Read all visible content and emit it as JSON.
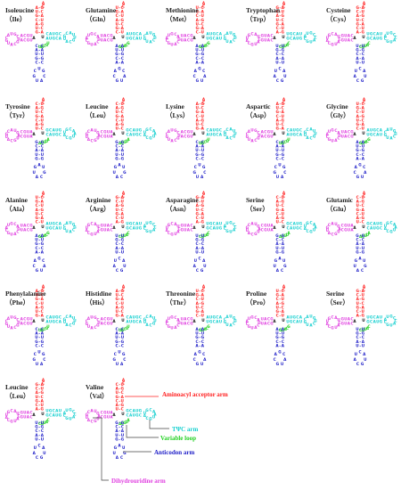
{
  "colors": {
    "acceptor": "#ff2020",
    "dhu": "#e040e0",
    "anticodon": "#2020c8",
    "tpsic": "#18d0d0",
    "variable": "#20d020",
    "junction": "#111111"
  },
  "trnas": [
    {
      "name": "Isoleucine",
      "abbr": "（Ile）"
    },
    {
      "name": "Glutamine",
      "abbr": "（Gln）"
    },
    {
      "name": "Methionine",
      "abbr": "（Met）"
    },
    {
      "name": "Tryptophan",
      "abbr": "（Trp）"
    },
    {
      "name": "Cysteine",
      "abbr": "（Cys）"
    },
    {
      "name": "Tyrosine",
      "abbr": "（Tyr）"
    },
    {
      "name": "Leucine",
      "abbr": "（Leu）"
    },
    {
      "name": "Lysine",
      "abbr": "（Lys）"
    },
    {
      "name": "Aspartic",
      "abbr": "（Asp）"
    },
    {
      "name": "Glycine",
      "abbr": "（Gly）"
    },
    {
      "name": "Alanine",
      "abbr": "（Ala）"
    },
    {
      "name": "Arginine",
      "abbr": "（Arg）"
    },
    {
      "name": "Asparagine",
      "abbr": "（Asn）"
    },
    {
      "name": "Serine",
      "abbr": "（Ser）"
    },
    {
      "name": "Glutamic",
      "abbr": "（Glu）"
    },
    {
      "name": "Phenylalanine",
      "abbr": "（Phe）"
    },
    {
      "name": "Histidine",
      "abbr": "（His）"
    },
    {
      "name": "Threonine",
      "abbr": "（Thr）"
    },
    {
      "name": "Proline",
      "abbr": "（Pro）"
    },
    {
      "name": "Serine",
      "abbr": "（Ser）"
    },
    {
      "name": "Leucine",
      "abbr": "（Leu）"
    },
    {
      "name": "Valine",
      "abbr": "（Val）"
    }
  ],
  "legend": [
    {
      "label": "Aminoacyl acceptor arm",
      "color": "#ff2020"
    },
    {
      "label": "TΨC arm",
      "color": "#18d0d0"
    },
    {
      "label": "Variable loop",
      "color": "#20d020"
    },
    {
      "label": "Anticodon arm",
      "color": "#2020c8"
    },
    {
      "label": "Dihydrouridine arm",
      "color": "#e040e0"
    }
  ]
}
